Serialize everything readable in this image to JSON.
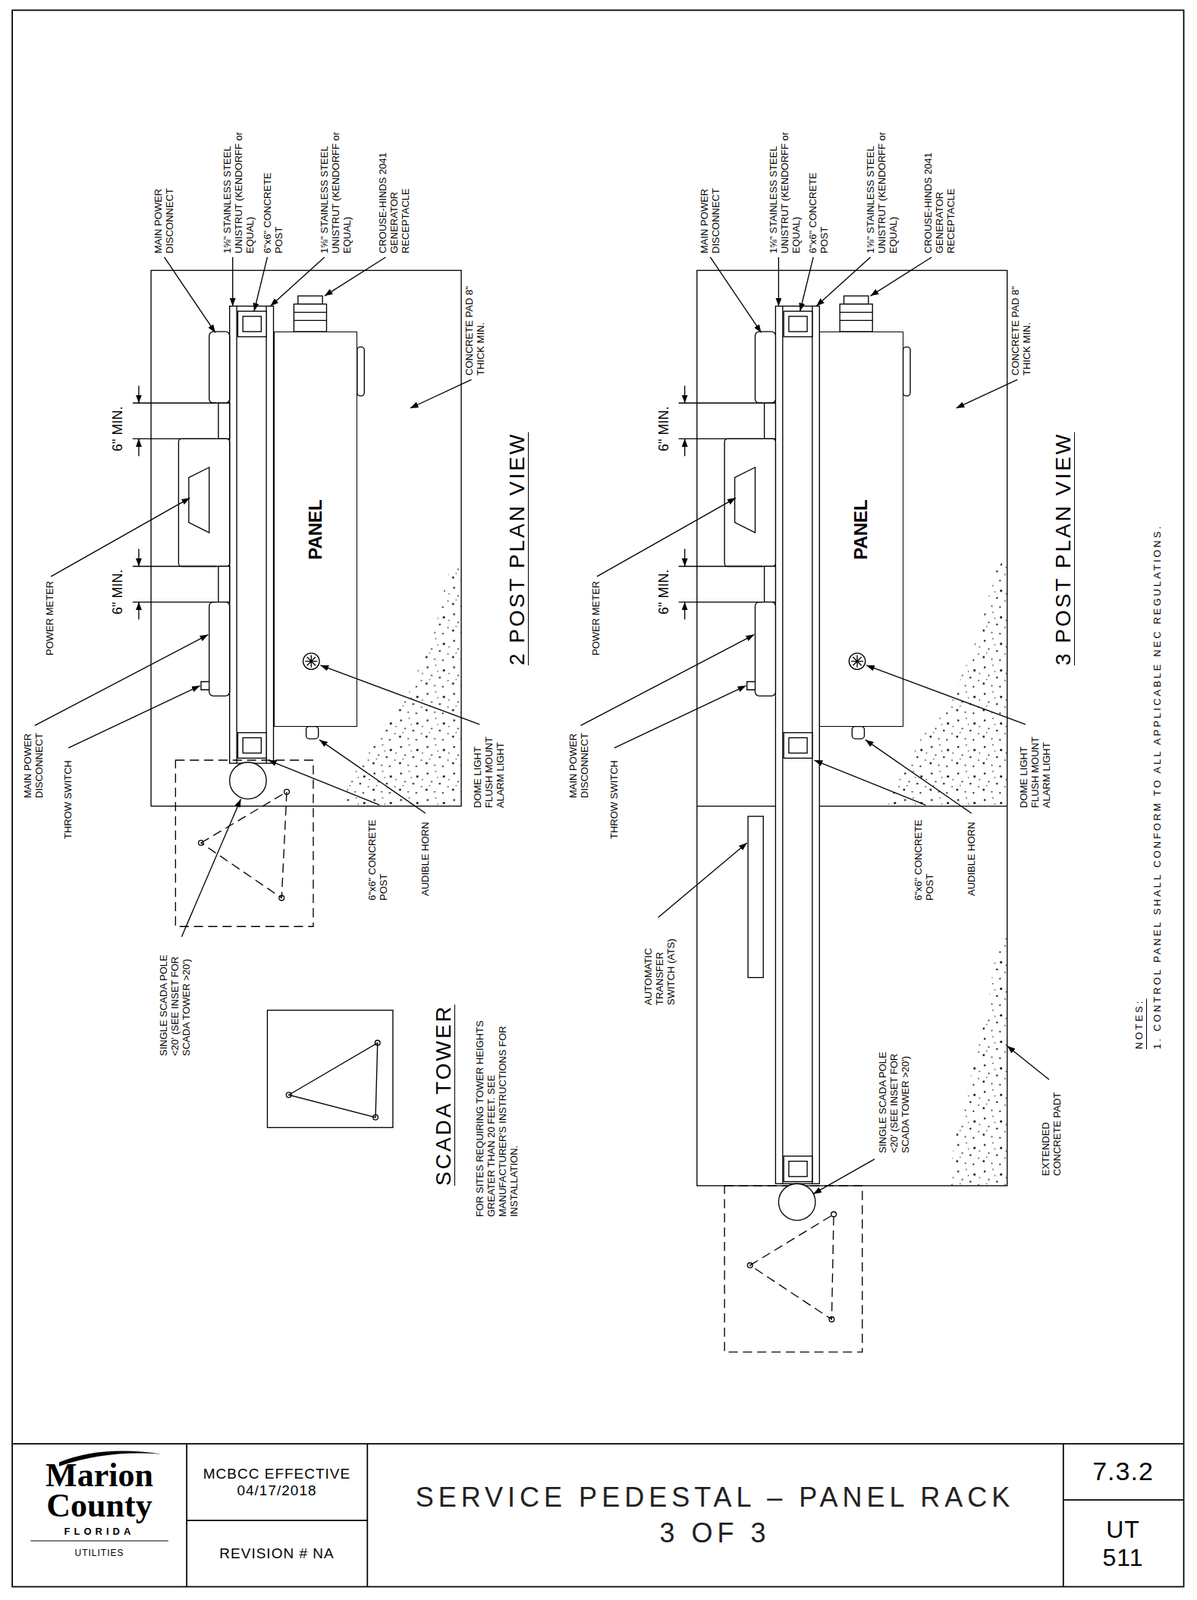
{
  "diagram": {
    "title": "SERVICE PEDESTAL – PANEL RACK 3 OF 3",
    "nodes": [
      {
        "text": [
          "PANEL"
        ]
      },
      {
        "text": [
          "PANEL"
        ]
      },
      {
        "text": [
          "Marion County",
          "FLORIDA",
          "UTILITIES"
        ]
      },
      {
        "text": [
          "MCBCC EFFECTIVE 04/17/2018"
        ]
      },
      {
        "text": [
          "REVISION # NA"
        ]
      },
      {
        "text": [
          "7.3.2"
        ]
      },
      {
        "text": [
          "UT 511"
        ]
      }
    ],
    "labels": [
      "MAIN POWER DISCONNECT",
      "1⅝\" STAINLESS STEEL UNISTRUT (KENDORFF or EQUAL)",
      "6\"x6\" CONCRETE POST",
      "1⅝\" STAINLESS STEEL UNISTRUT (KENDORFF or EQUAL)",
      "CROUSE-HINDS 2041 GENERATOR RECEPTACLE",
      "CONCRETE PAD 8\" THICK MIN.",
      "6\" MIN.",
      "6\" MIN.",
      "POWER METER",
      "MAIN POWER DISCONNECT",
      "THROW SWITCH",
      "SINGLE SCADA POLE <20' (SEE INSET FOR SCADA TOWER >20')",
      "6\"x6\" CONCRETE POST",
      "AUDIBLE HORN",
      "DOME LIGHT FLUSH MOUNT ALARM LIGHT",
      "2 POST PLAN VIEW",
      "SCADA TOWER",
      "FOR SITES REQUIRING TOWER HEIGHTS GREATER THAN 20 FEET. SEE MANUFACTURER'S INSTRUCTIONS FOR INSTALLATION.",
      "MAIN POWER DISCONNECT",
      "1⅝\" STAINLESS STEEL UNISTRUT (KENDORFF or EQUAL)",
      "6\"x6\" CONCRETE POST",
      "1⅝\" STAINLESS STEEL UNISTRUT (KENDORFF or EQUAL)",
      "CROUSE-HINDS 2041 GENERATOR RECEPTACLE",
      "CONCRETE PAD 8\" THICK MIN.",
      "6\" MIN.",
      "6\" MIN.",
      "POWER METER",
      "MAIN POWER DISCONNECT",
      "THROW SWITCH",
      "AUTOMATIC TRANSFER SWITCH (ATS)",
      "6\"x6\" CONCRETE POST",
      "AUDIBLE HORN",
      "DOME LIGHT FLUSH MOUNT ALARM LIGHT",
      "SINGLE SCADA POLE <20' (SEE INSET FOR SCADA TOWER >20')",
      "EXTENDED CONCRETE PADT",
      "3 POST PLAN VIEW",
      "NOTES:",
      "1. CONTROL PANEL SHALL CONFORM TO ALL APPLICABLE NEC REGULATIONS."
    ]
  }
}
